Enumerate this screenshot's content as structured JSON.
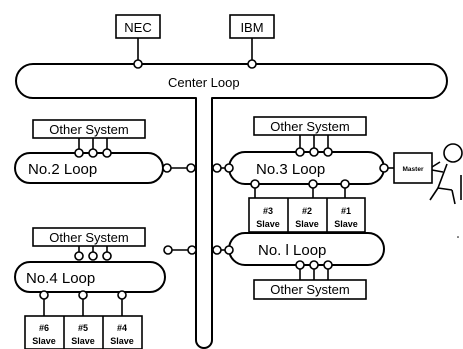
{
  "computers": {
    "left": "NEC",
    "right": "IBM"
  },
  "center_loop": {
    "label": "Center Loop"
  },
  "loops": {
    "no2": {
      "label": "No.2  Loop",
      "system": "Other System"
    },
    "no3": {
      "label": "No.3  Loop",
      "system": "Other System"
    },
    "no4": {
      "label": "No.4  Loop",
      "system": "Other System"
    },
    "no1": {
      "label": "No. l  Loop",
      "system": "Other System"
    }
  },
  "master": {
    "label": "Master"
  },
  "slaves_no3": [
    {
      "num": "#3",
      "label": "Slave"
    },
    {
      "num": "#2",
      "label": "Slave"
    },
    {
      "num": "#1",
      "label": "Slave"
    }
  ],
  "slaves_no4": [
    {
      "num": "#6",
      "label": "Slave"
    },
    {
      "num": "#5",
      "label": "Slave"
    },
    {
      "num": "#4",
      "label": "Slave"
    }
  ]
}
